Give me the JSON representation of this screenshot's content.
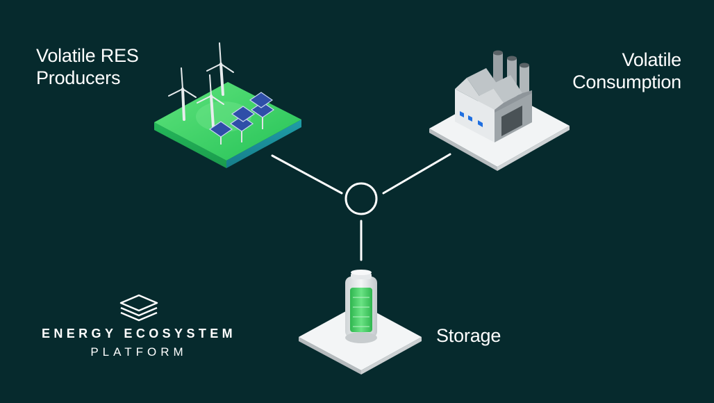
{
  "nodes": {
    "producers": {
      "line1": "Volatile RES",
      "line2": "Producers"
    },
    "consumption": {
      "line1": "Volatile",
      "line2": "Consumption"
    },
    "storage": {
      "label": "Storage"
    }
  },
  "brand": {
    "title": "ENERGY ECOSYSTEM",
    "subtitle": "PLATFORM",
    "logo_icon": "layers-stack-icon"
  },
  "icons": {
    "producers": "wind-solar-farm-icon",
    "consumption": "factory-icon",
    "storage": "battery-icon",
    "hub": "hub-circle-icon"
  },
  "colors": {
    "background": "#062a2d",
    "connector": "#ffffff",
    "grass": "#3bd66a",
    "battery_charge": "#4cd96b",
    "solar_panel": "#2f4fa8"
  }
}
